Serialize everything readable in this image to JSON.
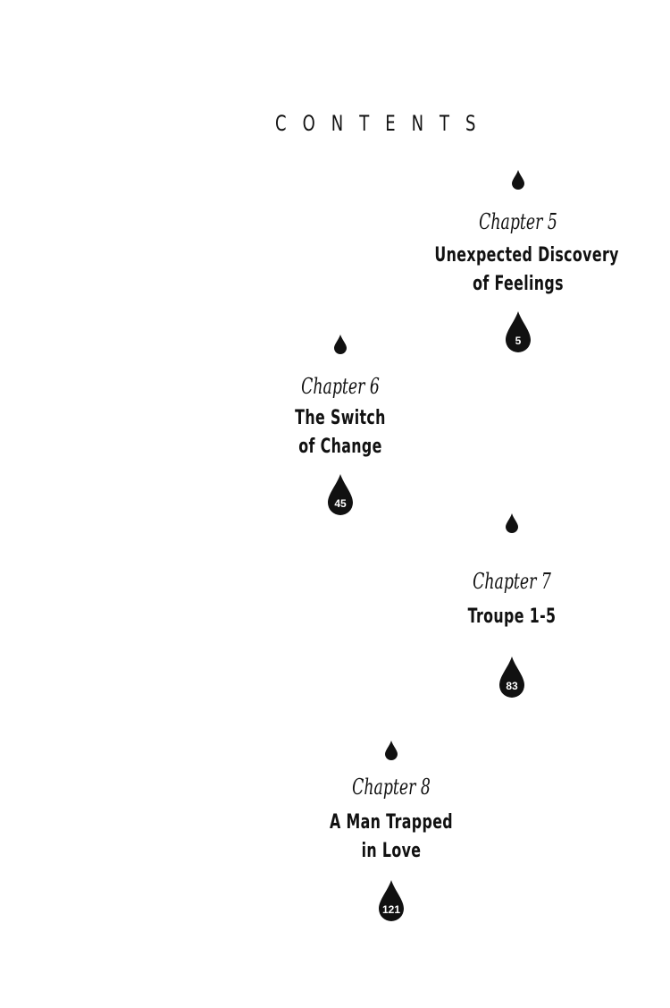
{
  "heading": "CONTENTS",
  "chapters": [
    {
      "label": "Chapter 5",
      "title_lines": [
        "Unexpected Discovery",
        "of Feelings"
      ],
      "page": "5"
    },
    {
      "label": "Chapter 6",
      "title_lines": [
        "The Switch",
        "of Change"
      ],
      "page": "45"
    },
    {
      "label": "Chapter 7",
      "title_lines": [
        "Troupe 1-5"
      ],
      "page": "83"
    },
    {
      "label": "Chapter 8",
      "title_lines": [
        "A Man Trapped",
        "in Love"
      ],
      "page": "121"
    }
  ]
}
